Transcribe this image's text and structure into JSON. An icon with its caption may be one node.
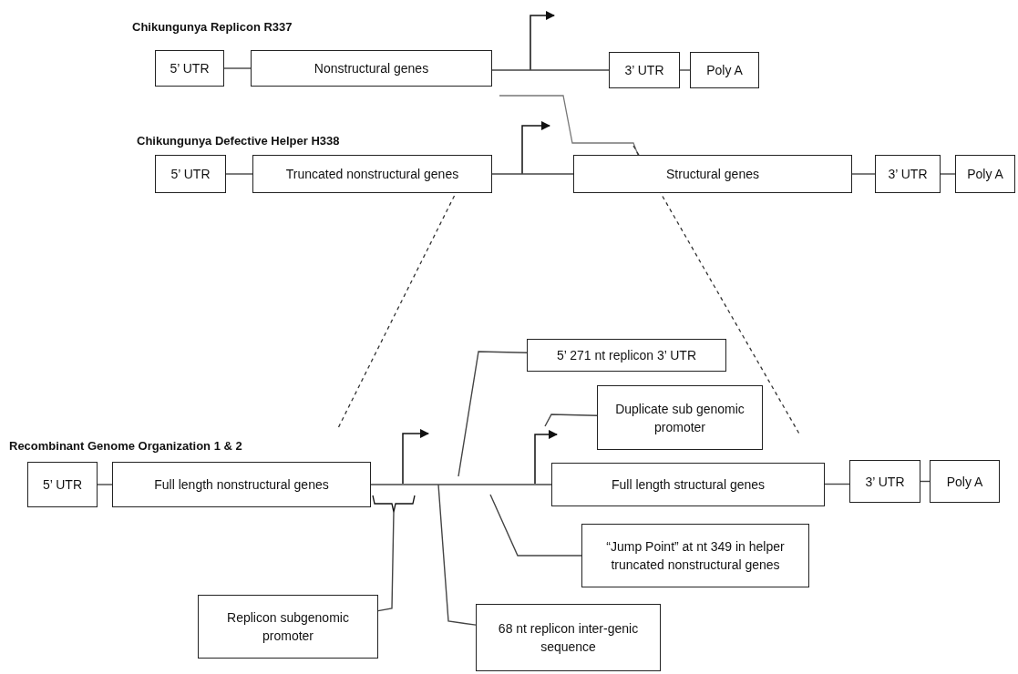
{
  "diagram": {
    "nodes": [
      {
        "text": [
          "5’ UTR"
        ]
      },
      {
        "text": [
          "Nonstructural genes"
        ]
      },
      {
        "text": [
          "3’ UTR"
        ]
      },
      {
        "text": [
          "Poly A"
        ]
      },
      {
        "text": [
          "5’ UTR"
        ]
      },
      {
        "text": [
          "Truncated nonstructural genes"
        ]
      },
      {
        "text": [
          "Structural genes"
        ]
      },
      {
        "text": [
          "3’ UTR"
        ]
      },
      {
        "text": [
          "Poly A"
        ]
      },
      {
        "text": [
          "5’ UTR"
        ]
      },
      {
        "text": [
          "Full length nonstructural genes"
        ]
      },
      {
        "text": [
          "Full length structural genes"
        ]
      },
      {
        "text": [
          "3’ UTR"
        ]
      },
      {
        "text": [
          "Poly A"
        ]
      },
      {
        "text": [
          "5’ 271 nt replicon 3’ UTR"
        ]
      },
      {
        "text": [
          "Duplicate sub genomic promoter"
        ]
      },
      {
        "text": [
          "“Jump Point” at nt 349 in helper truncated nonstructural genes"
        ]
      },
      {
        "text": [
          "Replicon subgenomic promoter"
        ]
      },
      {
        "text": [
          "68 nt replicon inter-genic sequence"
        ]
      },
      {
        "text": [],
        "shape": "bracket"
      }
    ],
    "edges": [
      {
        "from": 0,
        "to": 1,
        "arrow": "none"
      },
      {
        "from": 1,
        "to": 2,
        "arrow": "none"
      },
      {
        "from": 2,
        "to": 3,
        "arrow": "none"
      },
      {
        "from": 4,
        "to": 5,
        "arrow": "none"
      },
      {
        "from": 5,
        "to": 6,
        "arrow": "none"
      },
      {
        "from": 6,
        "to": 7,
        "arrow": "none"
      },
      {
        "from": 7,
        "to": 8,
        "arrow": "none"
      },
      {
        "from": 9,
        "to": 10,
        "arrow": "none"
      },
      {
        "from": 10,
        "to": 11,
        "arrow": "none"
      },
      {
        "from": 11,
        "to": 12,
        "arrow": "none"
      },
      {
        "from": 12,
        "to": 13,
        "arrow": "none"
      },
      {
        "from": 14,
        "to": null,
        "arrow": "none"
      },
      {
        "from": 15,
        "to": null,
        "arrow": "none"
      },
      {
        "from": 16,
        "to": null,
        "arrow": "none"
      },
      {
        "from": 17,
        "to": 19,
        "arrow": "none"
      },
      {
        "from": 18,
        "to": null,
        "arrow": "none"
      }
    ],
    "labels": [
      "Chikungunya Replicon R337",
      "Chikungunya Defective Helper H338",
      "Recombinant Genome Organization 1 & 2"
    ]
  }
}
